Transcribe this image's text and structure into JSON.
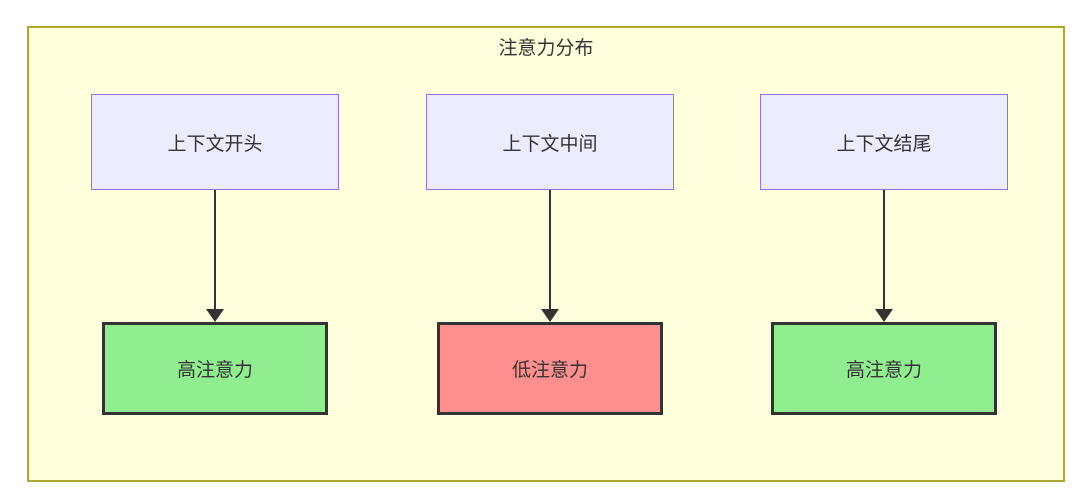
{
  "diagram": {
    "title": "注意力分布",
    "columns": [
      {
        "source": "上下文开头",
        "target": "高注意力",
        "level": "high"
      },
      {
        "source": "上下文中间",
        "target": "低注意力",
        "level": "low"
      },
      {
        "source": "上下文结尾",
        "target": "高注意力",
        "level": "high"
      }
    ],
    "colors": {
      "container_fill": "#FFFFDE",
      "container_border": "#AAAA33",
      "node_fill": "#ECECFF",
      "node_border": "#9370DB",
      "high_fill": "#90EE90",
      "low_fill": "#FF8E8E",
      "result_border": "#333333",
      "arrow_color": "#333333",
      "text_color": "#333333"
    }
  }
}
